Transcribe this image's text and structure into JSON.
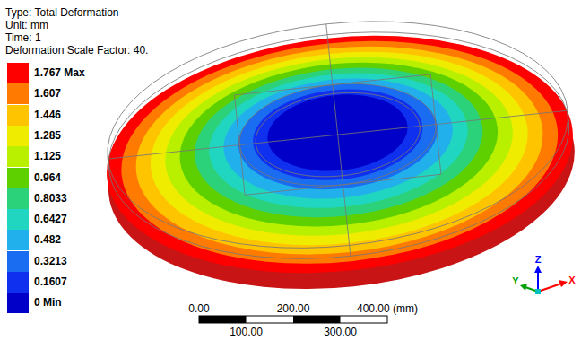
{
  "diagram": {
    "labels": [
      "Type: Total Deformation",
      "Unit: mm",
      "Time: 1",
      "Deformation Scale Factor: 40.",
      "0.00",
      "200.00",
      "400.00 (mm)",
      "100.00",
      "300.00",
      "Z",
      "Y",
      "X"
    ],
    "legend": [
      {
        "text": "1.767 Max",
        "color": "#ff0000"
      },
      {
        "text": "1.607",
        "color": "#ff7a00"
      },
      {
        "text": "1.446",
        "color": "#ffc400"
      },
      {
        "text": "1.285",
        "color": "#f0ec00"
      },
      {
        "text": "1.125",
        "color": "#b8f000"
      },
      {
        "text": "0.964",
        "color": "#5ed000"
      },
      {
        "text": "0.8033",
        "color": "#2cd27a"
      },
      {
        "text": "0.6427",
        "color": "#20d6c0"
      },
      {
        "text": "0.482",
        "color": "#22b0ec"
      },
      {
        "text": "0.3213",
        "color": "#1a6cf0"
      },
      {
        "text": "0.1607",
        "color": "#1030f0"
      },
      {
        "text": "0 Min",
        "color": "#0000c8"
      }
    ]
  }
}
